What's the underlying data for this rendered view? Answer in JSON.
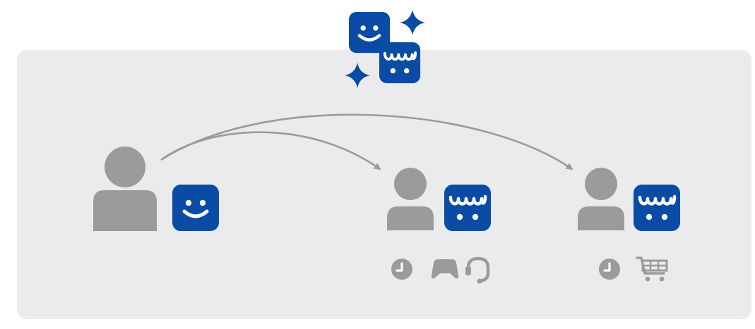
{
  "colors": {
    "background": "#ffffff",
    "panel": "#ebebed",
    "person": "#9b9b9d",
    "accent_blue": "#0a4ba5",
    "face_features": "#ffffff",
    "arrow": "#9b9b9d"
  },
  "top_badge": {
    "icons": [
      "smile-face-icon",
      "wave-face-icon",
      "sparkle-icon",
      "sparkle-icon"
    ]
  },
  "nodes": [
    {
      "id": "source",
      "person_icon": "person-icon",
      "face_icon": "smile-face-icon",
      "activity_icons": []
    },
    {
      "id": "target-1",
      "person_icon": "person-icon",
      "face_icon": "wave-face-icon",
      "activity_icons": [
        "clock-icon",
        "gamepad-icon",
        "headset-icon"
      ]
    },
    {
      "id": "target-2",
      "person_icon": "person-icon",
      "face_icon": "wave-face-icon",
      "activity_icons": [
        "clock-icon",
        "shopping-cart-icon"
      ]
    }
  ],
  "arrows": [
    {
      "from": "source",
      "to": "target-1"
    },
    {
      "from": "source",
      "to": "target-2"
    }
  ]
}
